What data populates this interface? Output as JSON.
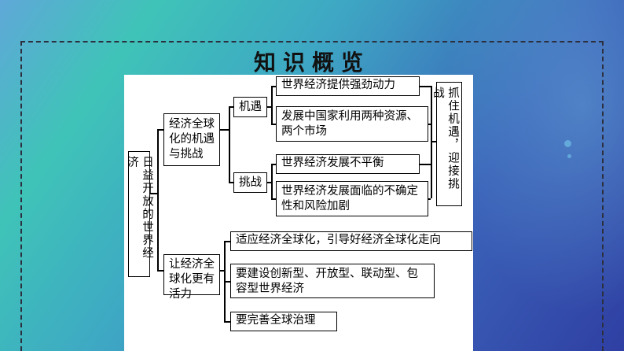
{
  "title": "知识概览",
  "root": "日益开放的世界经济",
  "branch1": {
    "label": "经济全球化的机遇与挑战",
    "opportunity": {
      "label": "机遇",
      "items": [
        "世界经济提供强劲动力",
        "发展中国家利用两种资源、两个市场"
      ]
    },
    "challenge": {
      "label": "挑战",
      "items": [
        "世界经济发展不平衡",
        "世界经济发展面临的不确定性和风险加剧"
      ]
    },
    "conclusion": "抓住机遇，迎接挑战"
  },
  "branch2": {
    "label": "让经济全球化更有活力",
    "items": [
      "适应经济全球化，引导好经济全球化走向",
      "要建设创新型、开放型、联动型、包容型世界经济",
      "要完善全球治理"
    ]
  }
}
